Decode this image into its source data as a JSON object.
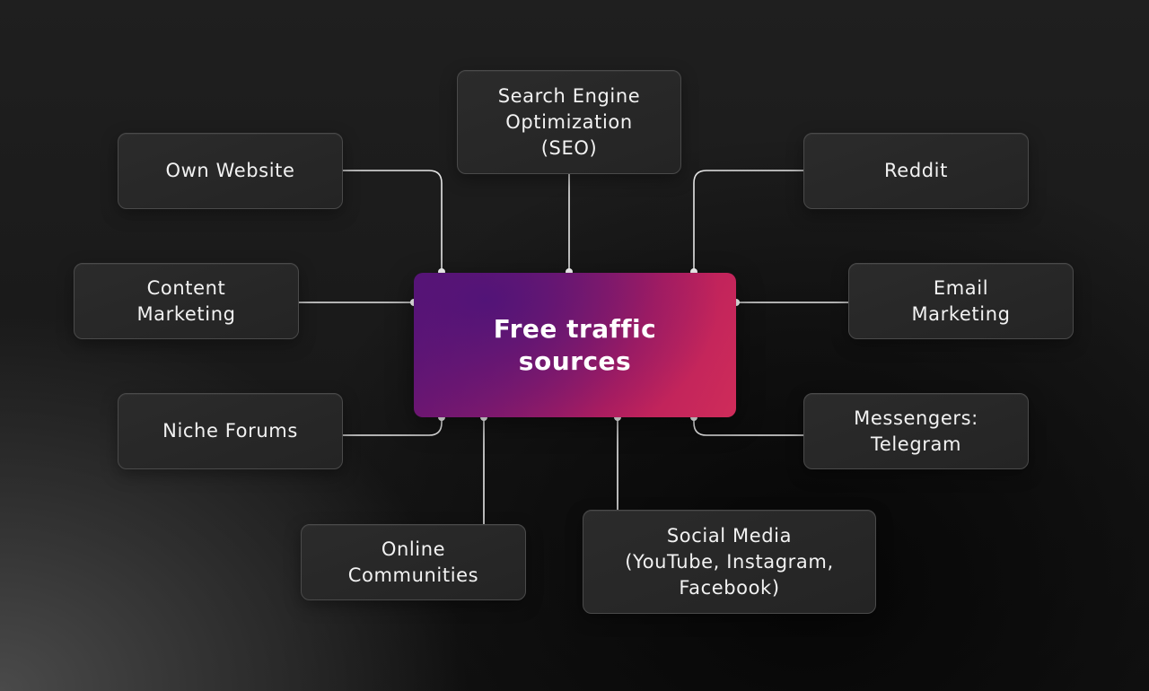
{
  "diagram": {
    "center": {
      "label": "Free traffic\nsources"
    },
    "nodes": [
      {
        "id": "seo",
        "label": "Search Engine\nOptimization\n(SEO)"
      },
      {
        "id": "own-website",
        "label": "Own Website"
      },
      {
        "id": "reddit",
        "label": "Reddit"
      },
      {
        "id": "content-marketing",
        "label": "Content\nMarketing"
      },
      {
        "id": "email-marketing",
        "label": "Email\nMarketing"
      },
      {
        "id": "niche-forums",
        "label": "Niche Forums"
      },
      {
        "id": "messengers",
        "label": "Messengers:\nTelegram"
      },
      {
        "id": "online-communities",
        "label": "Online\nCommunities"
      },
      {
        "id": "social-media",
        "label": "Social Media\n(YouTube, Instagram,\nFacebook)"
      }
    ],
    "colors": {
      "background": "#1a1a1a",
      "node_fill": "#262626",
      "node_border": "#4a4a4a",
      "connector": "#e6e6e6",
      "center_gradient_start": "#5e1475",
      "center_gradient_end": "#cf2c5a",
      "text": "#f2f2f2"
    }
  }
}
